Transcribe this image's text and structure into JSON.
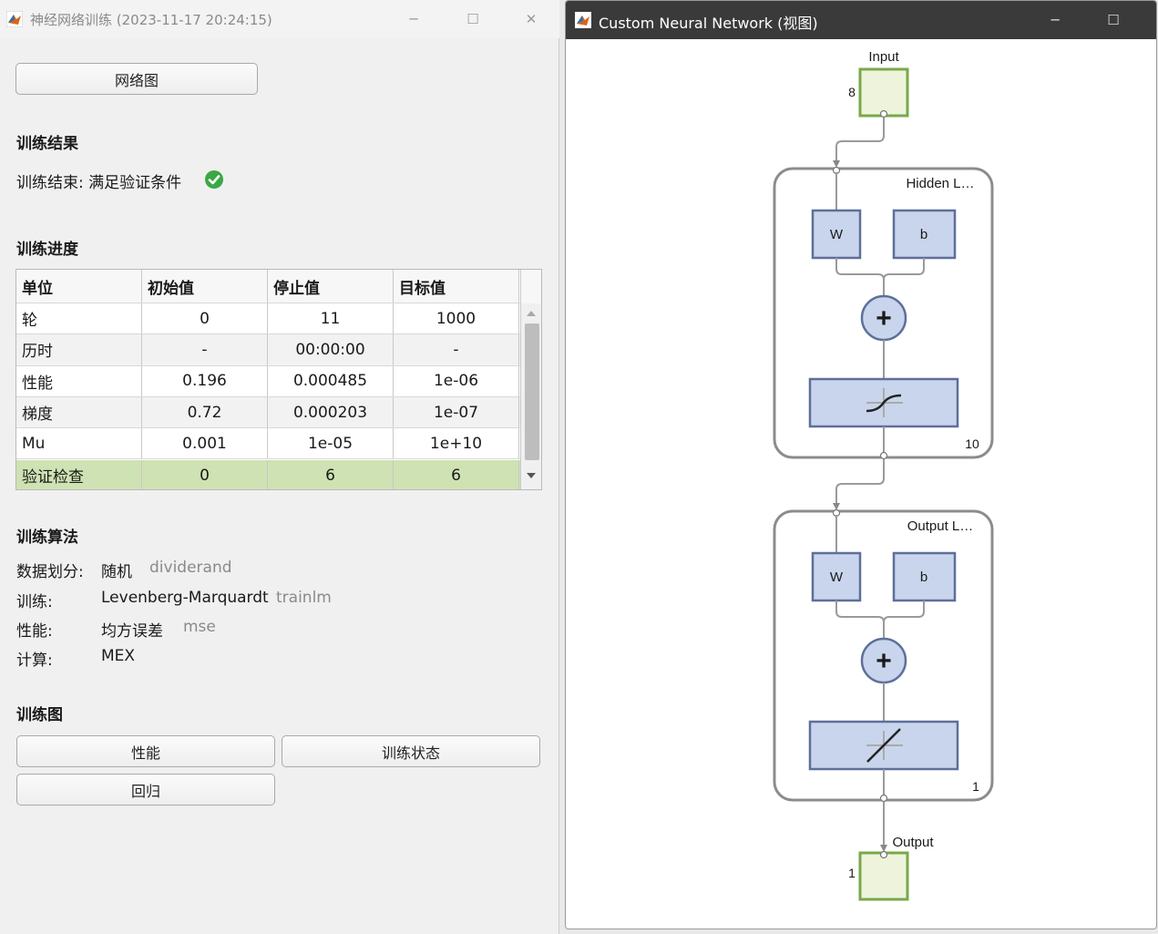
{
  "left_window": {
    "title": "神经网络训练 (2023-11-17 20:24:15)",
    "network_view_button": "网络图",
    "results": {
      "heading": "训练结果",
      "status_text": "训练结束: 满足验证条件"
    },
    "progress": {
      "heading": "训练进度",
      "columns": [
        "单位",
        "初始值",
        "停止值",
        "目标值"
      ],
      "rows": [
        [
          "轮",
          "0",
          "11",
          "1000"
        ],
        [
          "历时",
          "-",
          "00:00:00",
          "-"
        ],
        [
          "性能",
          "0.196",
          "0.000485",
          "1e-06"
        ],
        [
          "梯度",
          "0.72",
          "0.000203",
          "1e-07"
        ],
        [
          "Mu",
          "0.001",
          "1e-05",
          "1e+10"
        ],
        [
          "验证检查",
          "0",
          "6",
          "6"
        ]
      ]
    },
    "algorithms": {
      "heading": "训练算法",
      "items": [
        {
          "label": "数据划分:",
          "value": "随机",
          "fn": "dividerand"
        },
        {
          "label": "训练:",
          "value": "Levenberg-Marquardt",
          "fn": "trainlm"
        },
        {
          "label": "性能:",
          "value": "均方误差",
          "fn": "mse"
        },
        {
          "label": "计算:",
          "value": "MEX",
          "fn": ""
        }
      ]
    },
    "plots": {
      "heading": "训练图",
      "performance_button": "性能",
      "training_state_button": "训练状态",
      "regression_button": "回归"
    }
  },
  "right_window": {
    "title": "Custom Neural Network (视图)",
    "diagram": {
      "input_label": "Input",
      "input_size": "8",
      "hidden_layer_label": "Hidden L…",
      "hidden_size": "10",
      "output_layer_label": "Output L…",
      "output_layer_size": "1",
      "output_label": "Output",
      "output_size": "1",
      "weight_label": "W",
      "bias_label": "b",
      "sum_symbol": "+"
    }
  },
  "colors": {
    "input_output_fill": "#eef4dc",
    "input_output_border": "#7aa84a",
    "block_fill": "#c9d5ec",
    "block_border": "#5d6f9a",
    "validation_row": "#cfe2b3",
    "check_green": "#3aa845"
  },
  "icons": [
    "matlab-app-icon",
    "check-circle-icon",
    "minimize-icon",
    "maximize-icon",
    "close-icon",
    "scroll-up-icon",
    "scroll-down-icon"
  ]
}
